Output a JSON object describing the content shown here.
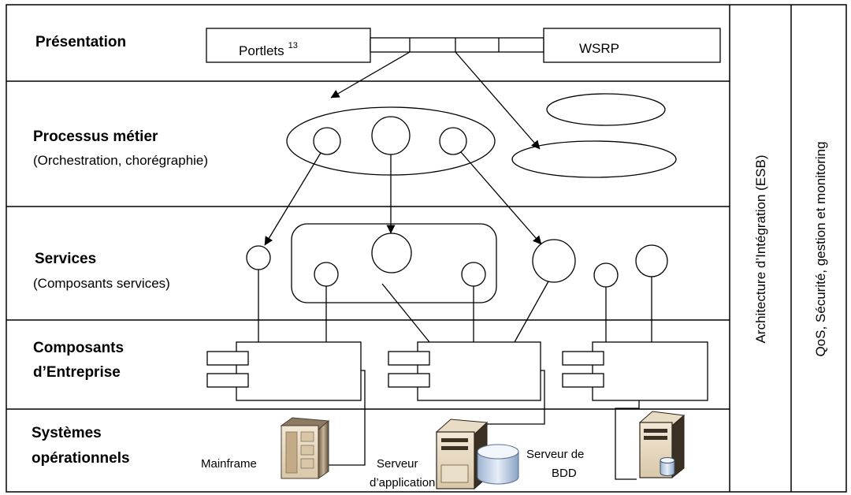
{
  "layers": [
    {
      "title": "Présentation"
    },
    {
      "title": "Processus métier",
      "subtitle": "(Orchestration, chorégraphie)"
    },
    {
      "title": "Services",
      "subtitle": "(Composants services)"
    },
    {
      "title_line1": "Composants",
      "title_line2": "d’Entreprise"
    },
    {
      "title_line1": "Systèmes",
      "title_line2": "opérationnels"
    }
  ],
  "presentation": {
    "portlets_label": "Portlets",
    "portlets_sup": "13",
    "wsrp_label": "WSRP"
  },
  "systems": {
    "mainframe": "Mainframe",
    "app_server_line1": "Serveur",
    "app_server_line2": "d’application",
    "db_server_line1": "Serveur de",
    "db_server_line2": "BDD"
  },
  "side_columns": {
    "esb": "Architecture d’Intégration (ESB)",
    "qos": "QoS, Sécurité, gestion et monitoring"
  },
  "icons": [
    "server-tower-icon",
    "application-server-icon",
    "database-cylinder-icon",
    "database-server-icon"
  ]
}
